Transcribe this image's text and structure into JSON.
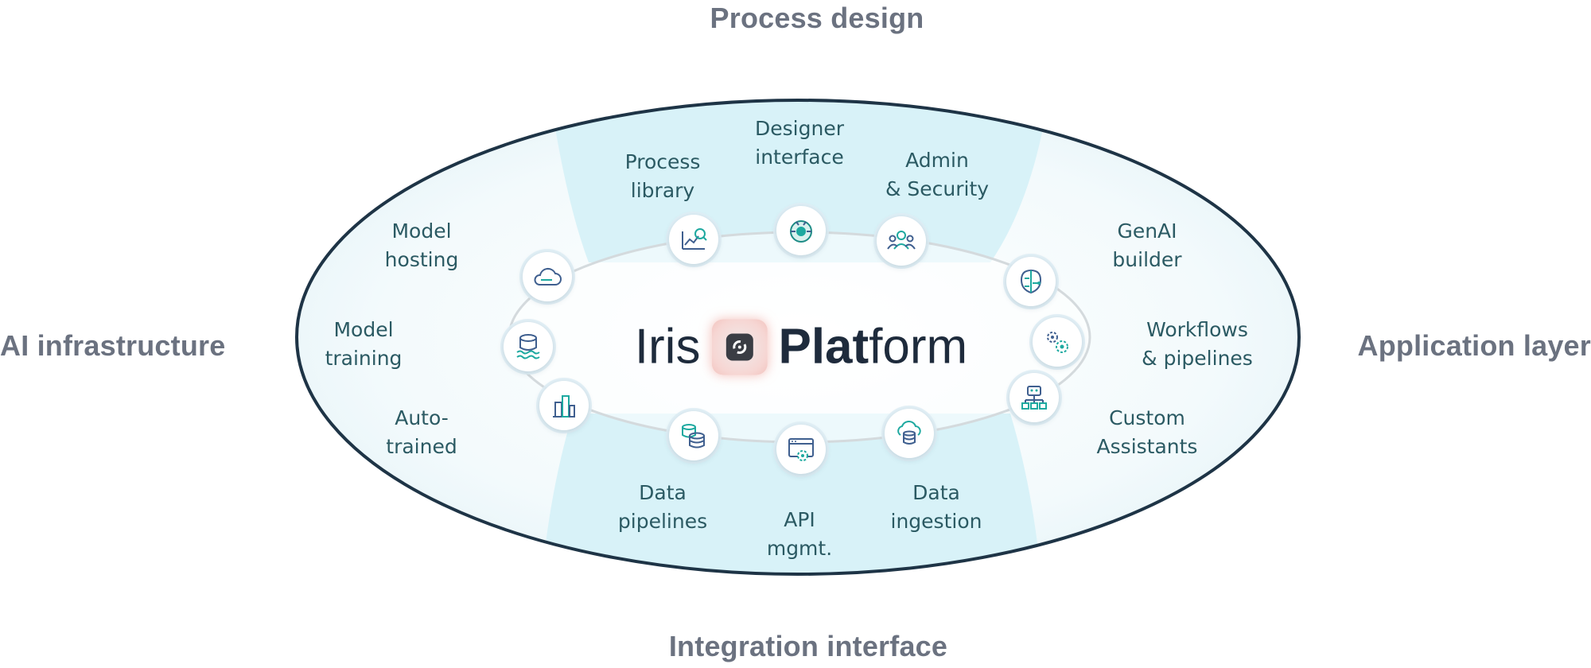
{
  "quadrants": {
    "top": "Process design",
    "bottom": "Integration interface",
    "left": "AI infrastructure",
    "right": "Application layer"
  },
  "brand": {
    "word1": "Iris",
    "word2_bold": "Plat",
    "word2_rest": "form"
  },
  "nodes": {
    "designer_interface": {
      "line1": "Designer",
      "line2": "interface",
      "icon": "bug-badge-icon"
    },
    "process_library": {
      "line1": "Process",
      "line2": "library",
      "icon": "chart-search-icon"
    },
    "admin_security": {
      "line1": "Admin",
      "line2": "& Security",
      "icon": "users-shield-icon"
    },
    "model_hosting": {
      "line1": "Model",
      "line2": "hosting",
      "icon": "cloud-icon"
    },
    "genai_builder": {
      "line1": "GenAI",
      "line2": "builder",
      "icon": "brain-circuit-icon"
    },
    "model_training": {
      "line1": "Model",
      "line2": "training",
      "icon": "database-waves-icon"
    },
    "workflows_pipelines": {
      "line1": "Workflows",
      "line2": "& pipelines",
      "icon": "gears-icon"
    },
    "auto_trained": {
      "line1": "Auto-",
      "line2": "trained",
      "icon": "buildings-icon"
    },
    "custom_assistants": {
      "line1": "Custom",
      "line2": "Assistants",
      "icon": "robot-icon"
    },
    "data_pipelines": {
      "line1": "Data",
      "line2": "pipelines",
      "icon": "database-stack-icon"
    },
    "api_mgmt": {
      "line1": "API",
      "line2": "mgmt.",
      "icon": "browser-gear-icon"
    },
    "data_ingestion": {
      "line1": "Data",
      "line2": "ingestion",
      "icon": "cloud-database-icon"
    }
  },
  "colors": {
    "quadrant_text": "#6b7280",
    "node_text": "#2b5a63",
    "icon_stroke": "#3f5f8f",
    "icon_accent": "#1ea9a0",
    "highlight_band": "#d8f2f8",
    "outer_ring": "#1e3446"
  }
}
